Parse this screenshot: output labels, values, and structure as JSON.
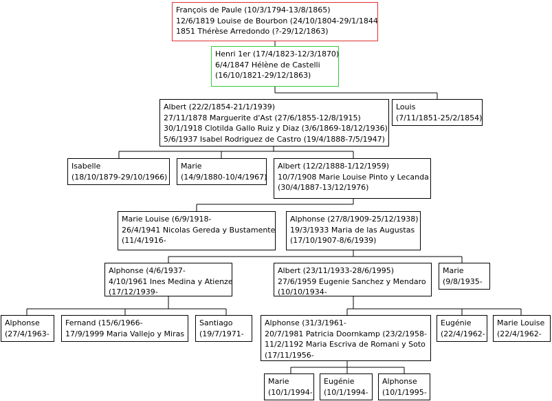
{
  "persons": {
    "francois": {
      "lines": [
        "François de Paule (10/3/1794-13/8/1865)",
        "12/6/1819 Louise de Bourbon (24/10/1804-29/1/1844)",
        "1851 Thérèse Arredondo (?-29/12/1863)"
      ],
      "highlight": "#e03030"
    },
    "henri": {
      "lines": [
        "Henri 1er (17/4/1823-12/3/1870)",
        "6/4/1847 Hélène de Castelli",
        "(16/10/1821-29/12/1863)"
      ],
      "highlight": "#33cc33"
    },
    "albert1": {
      "lines": [
        "Albert (22/2/1854-21/1/1939)",
        "27/11/1878 Marguerite d'Ast (27/6/1855-12/8/1915)",
        "30/1/1918 Clotilda Gallo Ruiz y Diaz (3/6/1869-18/12/1936)",
        "5/6/1937 Isabel Rodriguez de Castro (19/4/1888-7/5/1947)"
      ]
    },
    "louis": {
      "lines": [
        "Louis",
        "(7/11/1851-25/2/1854)"
      ]
    },
    "isabelle": {
      "lines": [
        "Isabelle",
        "(18/10/1879-29/10/1966)"
      ]
    },
    "marie1": {
      "lines": [
        "Marie",
        "(14/9/1880-10/4/1967)"
      ]
    },
    "albert2": {
      "lines": [
        "Albert (12/2/1888-1/12/1959)",
        "10/7/1908 Marie Louise Pinto y Lecanda",
        "(30/4/1887-13/12/1976)"
      ]
    },
    "marielouise1": {
      "lines": [
        "Marie Louise (6/9/1918-",
        "26/4/1941 Nicolas Gereda y Bustamente",
        "(11/4/1916-"
      ]
    },
    "alphonse1": {
      "lines": [
        "Alphonse (27/8/1909-25/12/1938)",
        "19/3/1933 Maria de las Augustas",
        "(17/10/1907-8/6/1939)"
      ]
    },
    "alphonse2": {
      "lines": [
        "Alphonse (4/6/1937-",
        "4/10/1961 Ines Medina y Atienze",
        "(17/12/1939-"
      ]
    },
    "albert3": {
      "lines": [
        "Albert (23/11/1933-28/6/1995)",
        "27/6/1959 Eugenie Sanchez y Mendaro",
        "(10/10/1934-"
      ]
    },
    "marie2": {
      "lines": [
        "Marie",
        "(9/8/1935-"
      ]
    },
    "alphonse3": {
      "lines": [
        "Alphonse",
        "(27/4/1963-"
      ]
    },
    "fernand": {
      "lines": [
        "Fernand (15/6/1966-",
        "17/9/1999 Maria Vallejo y Miras"
      ]
    },
    "santiago": {
      "lines": [
        "Santiago",
        "(19/7/1971-"
      ]
    },
    "alphonse4": {
      "lines": [
        "Alphonse (31/3/1961-",
        "20/7/1981 Patricia Doornkamp (23/2/1958-",
        "11/2/1192 Maria Escriva de Romani y Soto",
        "(17/11/1956-"
      ]
    },
    "eugenie1": {
      "lines": [
        "Eugénie",
        "(22/4/1962-"
      ]
    },
    "marielouise2": {
      "lines": [
        "Marie Louise",
        "(22/4/1962-"
      ]
    },
    "marie3": {
      "lines": [
        "Marie",
        "(10/1/1994-"
      ]
    },
    "eugenie2": {
      "lines": [
        "Eugénie",
        "(10/1/1994-"
      ]
    },
    "alphonse5": {
      "lines": [
        "Alphonse",
        "(10/1/1995-"
      ]
    }
  }
}
